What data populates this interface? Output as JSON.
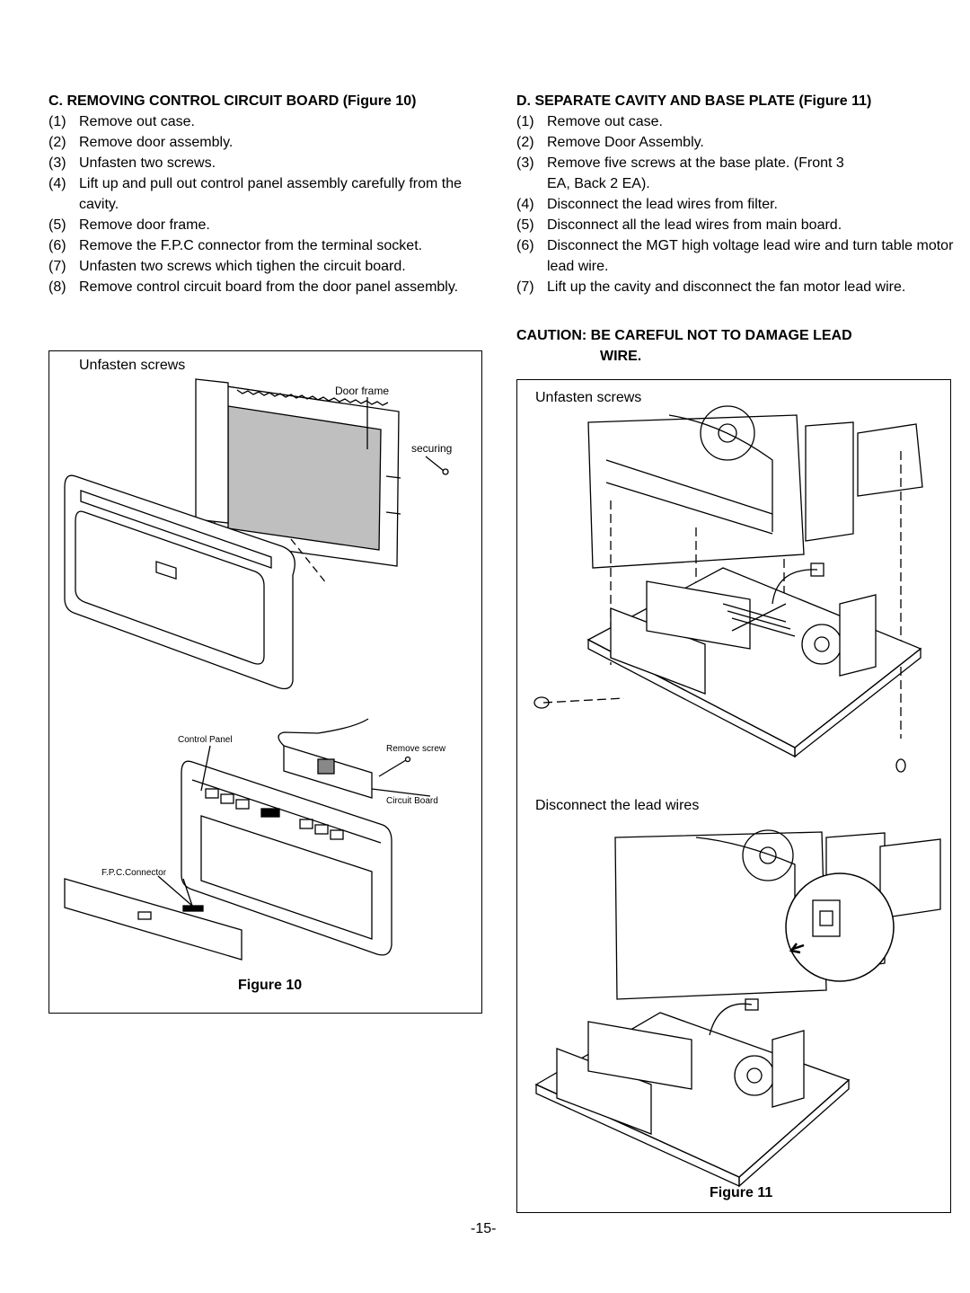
{
  "section_c": {
    "title": "C. REMOVING CONTROL CIRCUIT BOARD (Figure 10)",
    "steps": [
      {
        "num": "(1)",
        "text": "Remove out case."
      },
      {
        "num": "(2)",
        "text": "Remove door assembly."
      },
      {
        "num": "(3)",
        "text": "Unfasten two screws."
      },
      {
        "num": "(4)",
        "text": "Lift up and pull out control panel assembly carefully from the cavity."
      },
      {
        "num": "(5)",
        "text": "Remove door frame."
      },
      {
        "num": "(6)",
        "text": "Remove the F.P.C connector from the terminal socket."
      },
      {
        "num": "(7)",
        "text": "Unfasten two screws which tighen the circuit board."
      },
      {
        "num": "(8)",
        "text": "Remove control circuit board from the door panel assembly."
      }
    ]
  },
  "section_d": {
    "title": "D. SEPARATE CAVITY AND BASE PLATE (Figure 11)",
    "steps": [
      {
        "num": "(1)",
        "text": "Remove out case."
      },
      {
        "num": "(2)",
        "text": "Remove Door Assembly."
      },
      {
        "num": "(3)",
        "text": "Remove five screws at the base plate. (Front 3 EA, Back 2 EA)."
      },
      {
        "num": "(4)",
        "text": "Disconnect the lead wires from filter."
      },
      {
        "num": "(5)",
        "text": "Disconnect all the lead wires from main board."
      },
      {
        "num": "(6)",
        "text": "Disconnect the MGT high voltage lead wire and turn table motor lead wire."
      },
      {
        "num": "(7)",
        "text": "Lift up the cavity and disconnect the fan motor lead wire."
      }
    ],
    "caution_line1": "CAUTION: BE CAREFUL NOT TO DAMAGE LEAD",
    "caution_line2": "WIRE."
  },
  "figure10": {
    "label_unfasten": "Unfasten screws",
    "label_door_frame": "Door frame",
    "label_securing": "securing",
    "label_control_panel": "Control Panel",
    "label_remove_screw": "Remove screw",
    "label_circuit_board": "Circuit Board",
    "label_fpc": "F.P.C.Connector",
    "caption": "Figure 10"
  },
  "figure11": {
    "label_unfasten": "Unfasten screws",
    "label_disconnect": "Disconnect the lead wires",
    "caption": "Figure 11"
  },
  "page_number": "-15-"
}
